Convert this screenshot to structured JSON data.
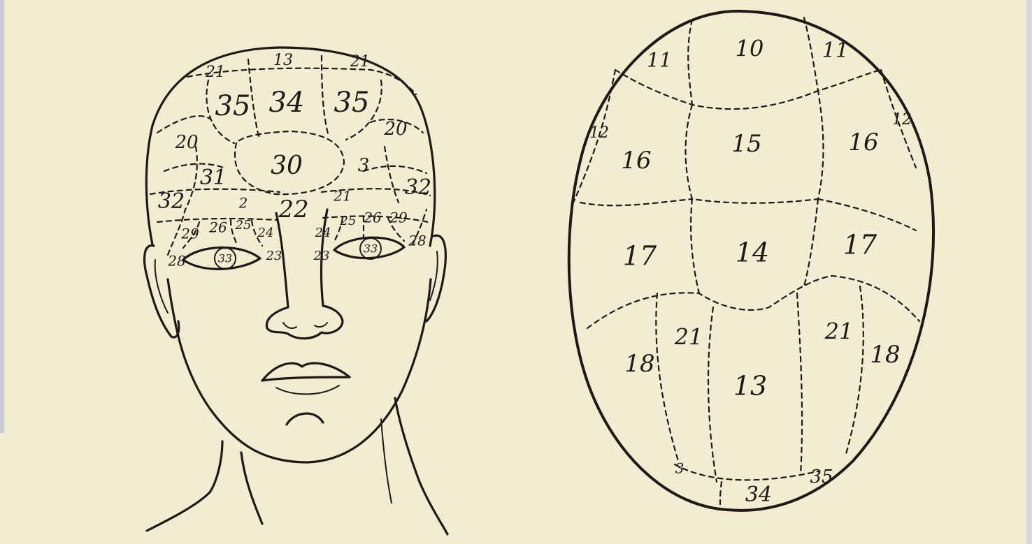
{
  "colors": {
    "paper": "#f3ecd2",
    "ink": "#1e1a16",
    "edge": "#c9ccd2"
  },
  "front_view": {
    "labels": [
      "13",
      "21",
      "21",
      "35",
      "34",
      "35",
      "20",
      "20",
      "30",
      "31",
      "3",
      "32",
      "32",
      "2",
      "22",
      "21",
      "29",
      "26",
      "25",
      "24",
      "24",
      "25",
      "26",
      "29",
      "28",
      "28",
      "33",
      "33",
      "23",
      "23"
    ]
  },
  "top_view": {
    "labels": [
      "10",
      "11",
      "11",
      "12",
      "12",
      "15",
      "16",
      "16",
      "17",
      "14",
      "17",
      "21",
      "21",
      "18",
      "18",
      "13",
      "3",
      "34",
      "35"
    ]
  }
}
